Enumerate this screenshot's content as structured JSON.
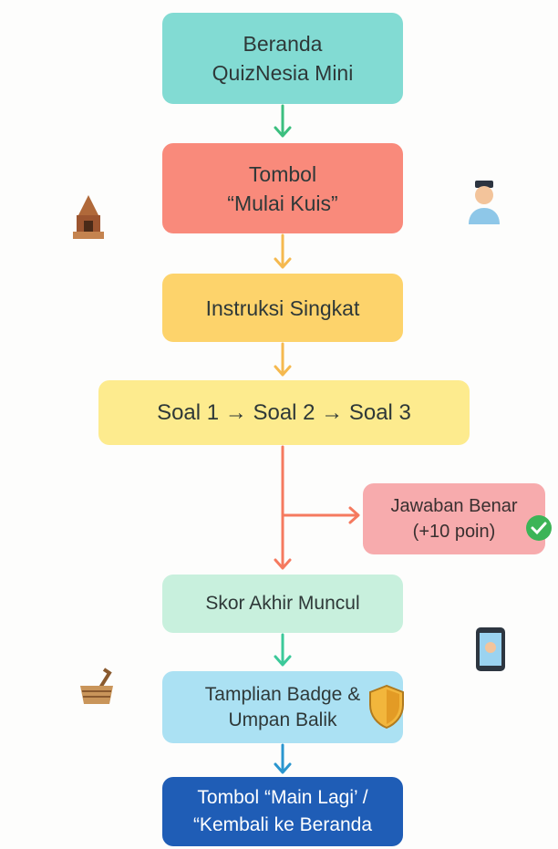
{
  "nodes": {
    "home": {
      "line1": "Beranda",
      "line2": "QuizNesia Mini",
      "color": "#82dbd3"
    },
    "start": {
      "line1": "Tombol",
      "line2": "“Mulai Kuis”",
      "color": "#f98a7b"
    },
    "instructions": {
      "label": "Instruksi Singkat",
      "color": "#fdd36b"
    },
    "questions": {
      "label": "Soal 1 → Soal 2 → Soal 3",
      "color": "#fdeb8e"
    },
    "correct": {
      "line1": "Jawaban Benar",
      "line2": "(+10 poin)",
      "color": "#f7abad"
    },
    "score": {
      "label": "Skor Akhir Muncul",
      "color": "#c8f0dd"
    },
    "badge": {
      "line1": "Tamplian Badge &",
      "line2": "Umpan Balik",
      "color": "#abe1f3"
    },
    "replay": {
      "line1": "Tombol “Main Lagi’ /",
      "line2": "“Kembali ke Beranda",
      "color": "#1f5db6"
    }
  },
  "icons": [
    "temple-icon",
    "boy-avatar-icon",
    "check-circle-icon",
    "phone-icon",
    "basket-icon",
    "shield-icon"
  ]
}
